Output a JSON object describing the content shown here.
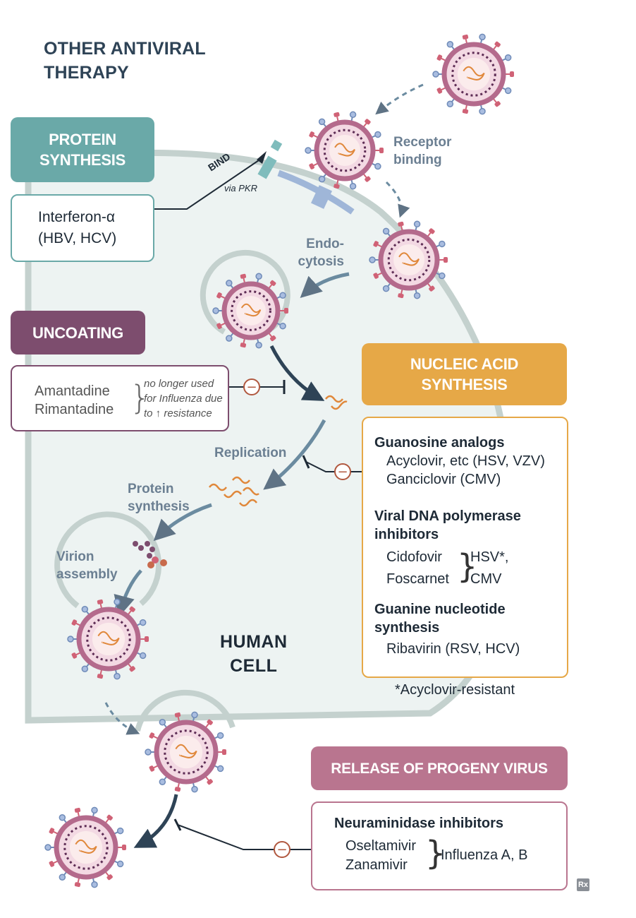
{
  "title": [
    "OTHER ANTIVIRAL",
    "THERAPY"
  ],
  "protein_synthesis": {
    "header": [
      "PROTEIN",
      "SYNTHESIS"
    ],
    "drug": [
      "Interferon-α",
      "(HBV, HCV)"
    ],
    "bind_label": "BIND",
    "via_label": "via PKR"
  },
  "uncoating": {
    "header": "UNCOATING",
    "drugs": [
      "Amantadine",
      "Rimantadine"
    ],
    "note": [
      "no longer used",
      "for Influenza due",
      "to ↑ resistance"
    ]
  },
  "nucleic_acid": {
    "header": [
      "NUCLEIC ACID",
      "SYNTHESIS"
    ],
    "guanosine": {
      "heading": "Guanosine analogs",
      "items": [
        "Acyclovir, etc (HSV, VZV)",
        "Ganciclovir (CMV)"
      ]
    },
    "polymerase": {
      "heading": [
        "Viral DNA polymerase",
        "inhibitors"
      ],
      "items": [
        "Cidofovir",
        "Foscarnet"
      ],
      "targets": [
        "HSV*,",
        "CMV"
      ]
    },
    "guanine": {
      "heading": [
        "Guanine nucleotide",
        "synthesis"
      ],
      "items": [
        "Ribavirin (RSV, HCV)"
      ]
    },
    "footnote": "*Acyclovir-resistant"
  },
  "release": {
    "header": "RELEASE OF PROGENY VIRUS",
    "heading": "Neuraminidase inhibitors",
    "drugs": [
      "Oseltamivir",
      "Zanamivir"
    ],
    "target": "Influenza A, B"
  },
  "steps": {
    "receptor_binding": [
      "Receptor",
      "binding"
    ],
    "endocytosis": [
      "Endo-",
      "cytosis"
    ],
    "replication": "Replication",
    "protein_synthesis": [
      "Protein",
      "synthesis"
    ],
    "virion_assembly": [
      "Virion",
      "assembly"
    ]
  },
  "cell_label": [
    "HUMAN",
    "CELL"
  ],
  "inhibit_symbol": "−",
  "corner_mark": "Rx",
  "colors": {
    "protein": "#6aa9a8",
    "uncoating": "#7d4d6e",
    "nucleic": "#e6a847",
    "release": "#b9758f",
    "cell_fill": "#edf3f2",
    "membrane": "#c4d1ce",
    "virus_ring": "#b46a8c",
    "spike": "#d06276",
    "spike_alt": "#6f8bb8",
    "rna": "#e0883b"
  }
}
